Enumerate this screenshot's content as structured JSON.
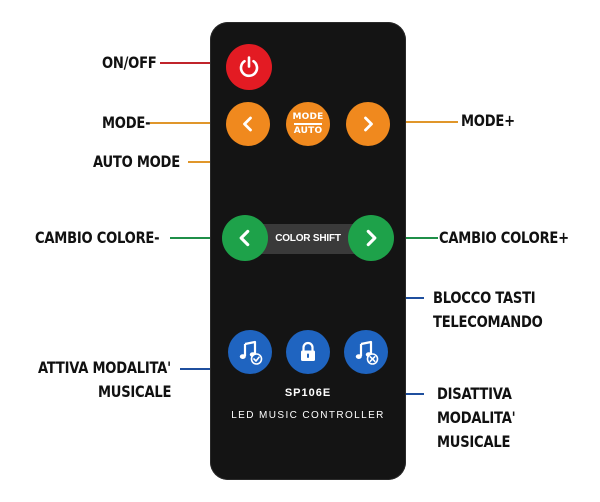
{
  "labels": {
    "on_off": "ON/OFF",
    "mode_minus": "MODE-",
    "auto_mode": "AUTO MODE",
    "mode_plus": "MODE+",
    "color_minus": "CAMBIO COLORE-",
    "color_plus": "CAMBIO COLORE+",
    "lock_line1": "BLOCCO TASTI",
    "lock_line2": "TELECOMANDO",
    "music_on_line1": "ATTIVA MODALITA'",
    "music_on_line2": "MUSICALE",
    "music_off_line1": "DISATTIVA",
    "music_off_line2": "MODALITA'",
    "music_off_line3": "MUSICALE"
  },
  "remote": {
    "mode_button_top": "MODE",
    "mode_button_bottom": "AUTO",
    "color_shift": "COLOR SHIFT",
    "model": "SP106E",
    "subtitle": "LED MUSIC CONTROLLER"
  },
  "icons": {
    "power": "power-icon",
    "mode_minus": "chevron-left-icon",
    "mode_plus": "chevron-right-icon",
    "color_minus": "chevron-left-icon",
    "color_plus": "chevron-right-icon",
    "music_on": "music-note-check-icon",
    "lock": "lock-icon",
    "music_off": "music-note-cross-icon"
  },
  "colors": {
    "power": "#e31b23",
    "mode": "#f0891e",
    "color": "#1ea24a",
    "music": "#1f64c0",
    "remote_body": "#141414"
  }
}
